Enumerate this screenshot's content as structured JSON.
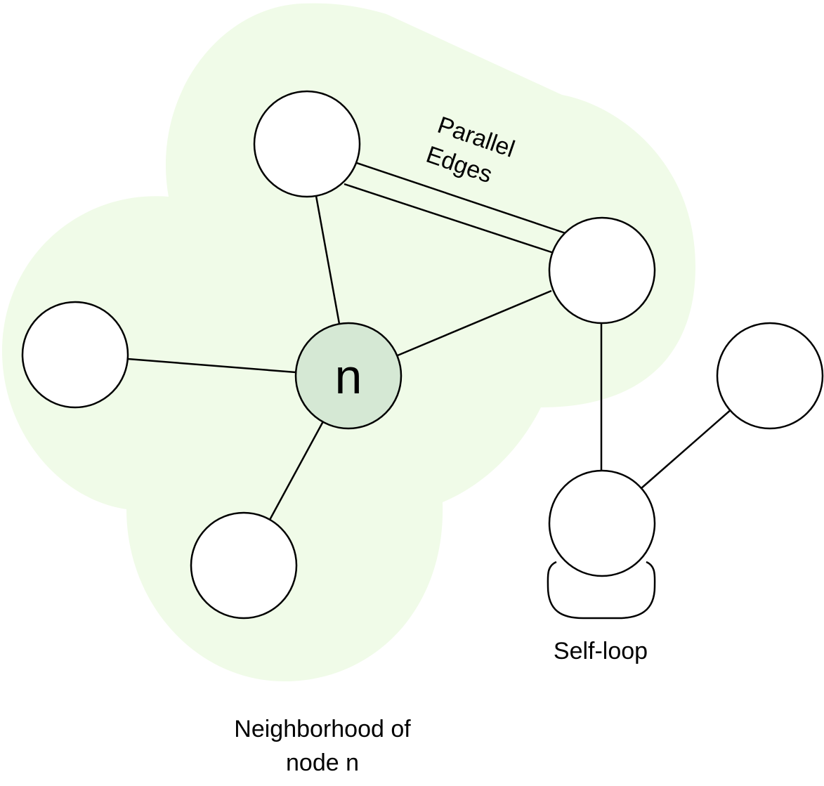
{
  "colors": {
    "neighborhood_fill": "#f0fbe8",
    "center_node_fill": "#d5e8d4",
    "node_fill": "#ffffff",
    "stroke": "#000000"
  },
  "nodes": {
    "center": {
      "label": "n"
    }
  },
  "labels": {
    "parallel_edges_line1": "Parallel",
    "parallel_edges_line2": "Edges",
    "self_loop": "Self-loop",
    "neighborhood_line1": "Neighborhood of",
    "neighborhood_line2": "node n"
  }
}
